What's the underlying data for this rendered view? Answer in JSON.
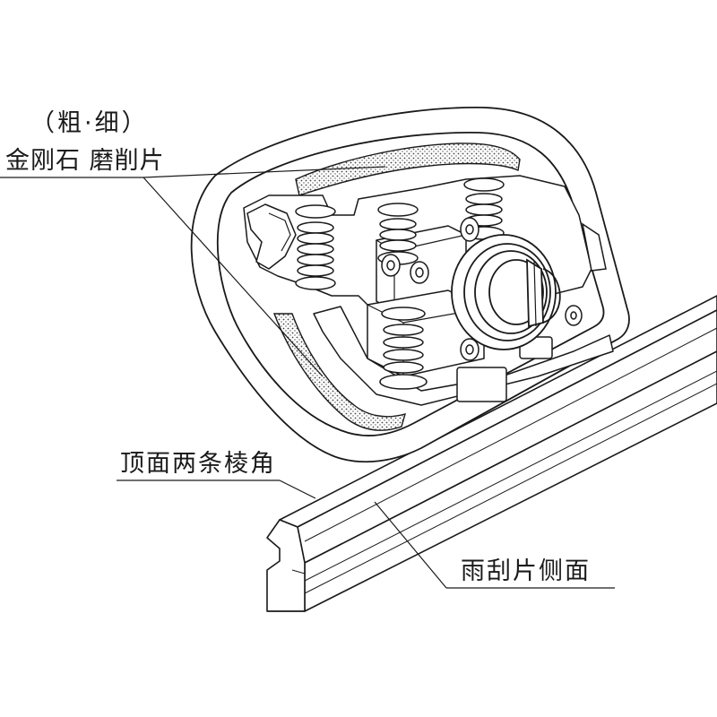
{
  "labels": {
    "grade": "（粗·细）",
    "pad": "金刚石 磨削片",
    "top_edges": "顶面两条棱角",
    "blade_side": "雨刮片侧面"
  },
  "colors": {
    "line": "#1a1a1a",
    "fill": "#ffffff",
    "pad_dots": "#444444"
  }
}
